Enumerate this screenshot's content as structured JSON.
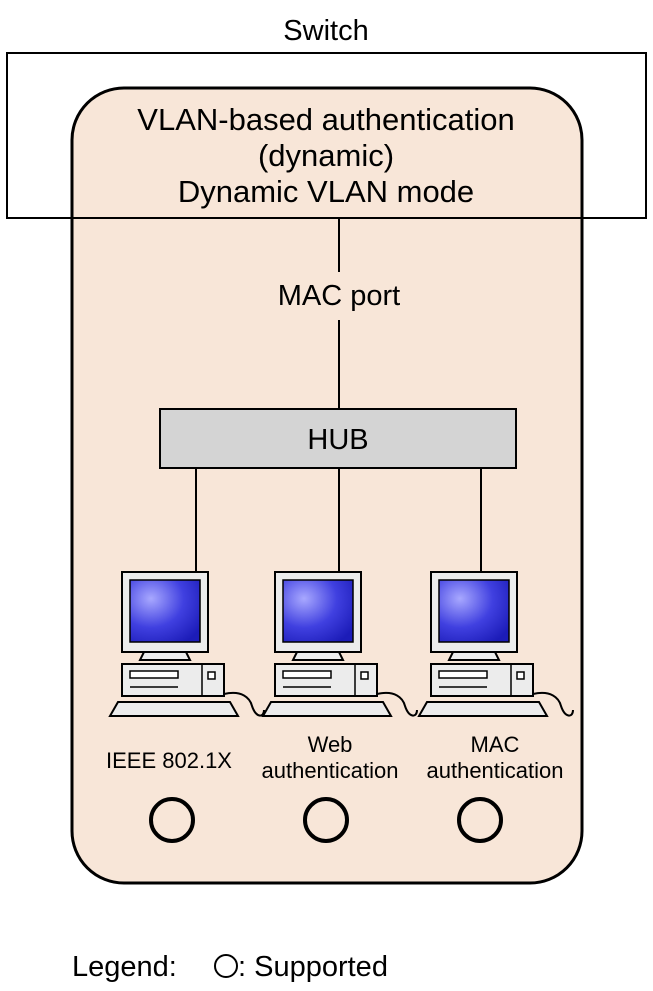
{
  "switch_label": "Switch",
  "mode_box": {
    "line1": "VLAN-based authentication",
    "line2": "(dynamic)",
    "line3": "Dynamic VLAN mode"
  },
  "mac_port_label": "MAC port",
  "hub_label": "HUB",
  "terminals": [
    {
      "line1": "IEEE 802.1X",
      "line2": "",
      "support_symbol": "circle"
    },
    {
      "line1": "Web",
      "line2": "authentication",
      "support_symbol": "circle"
    },
    {
      "line1": "MAC",
      "line2": "authentication",
      "support_symbol": "circle"
    }
  ],
  "legend": {
    "prefix": "Legend:",
    "text": ": Supported"
  },
  "colors": {
    "panel_fill": "#f8e6d8",
    "hub_fill": "#d4d4d4",
    "screen_blue": "#2a2ad0",
    "screen_highlight": "#9a9aff",
    "monitor_body": "#ececec"
  }
}
